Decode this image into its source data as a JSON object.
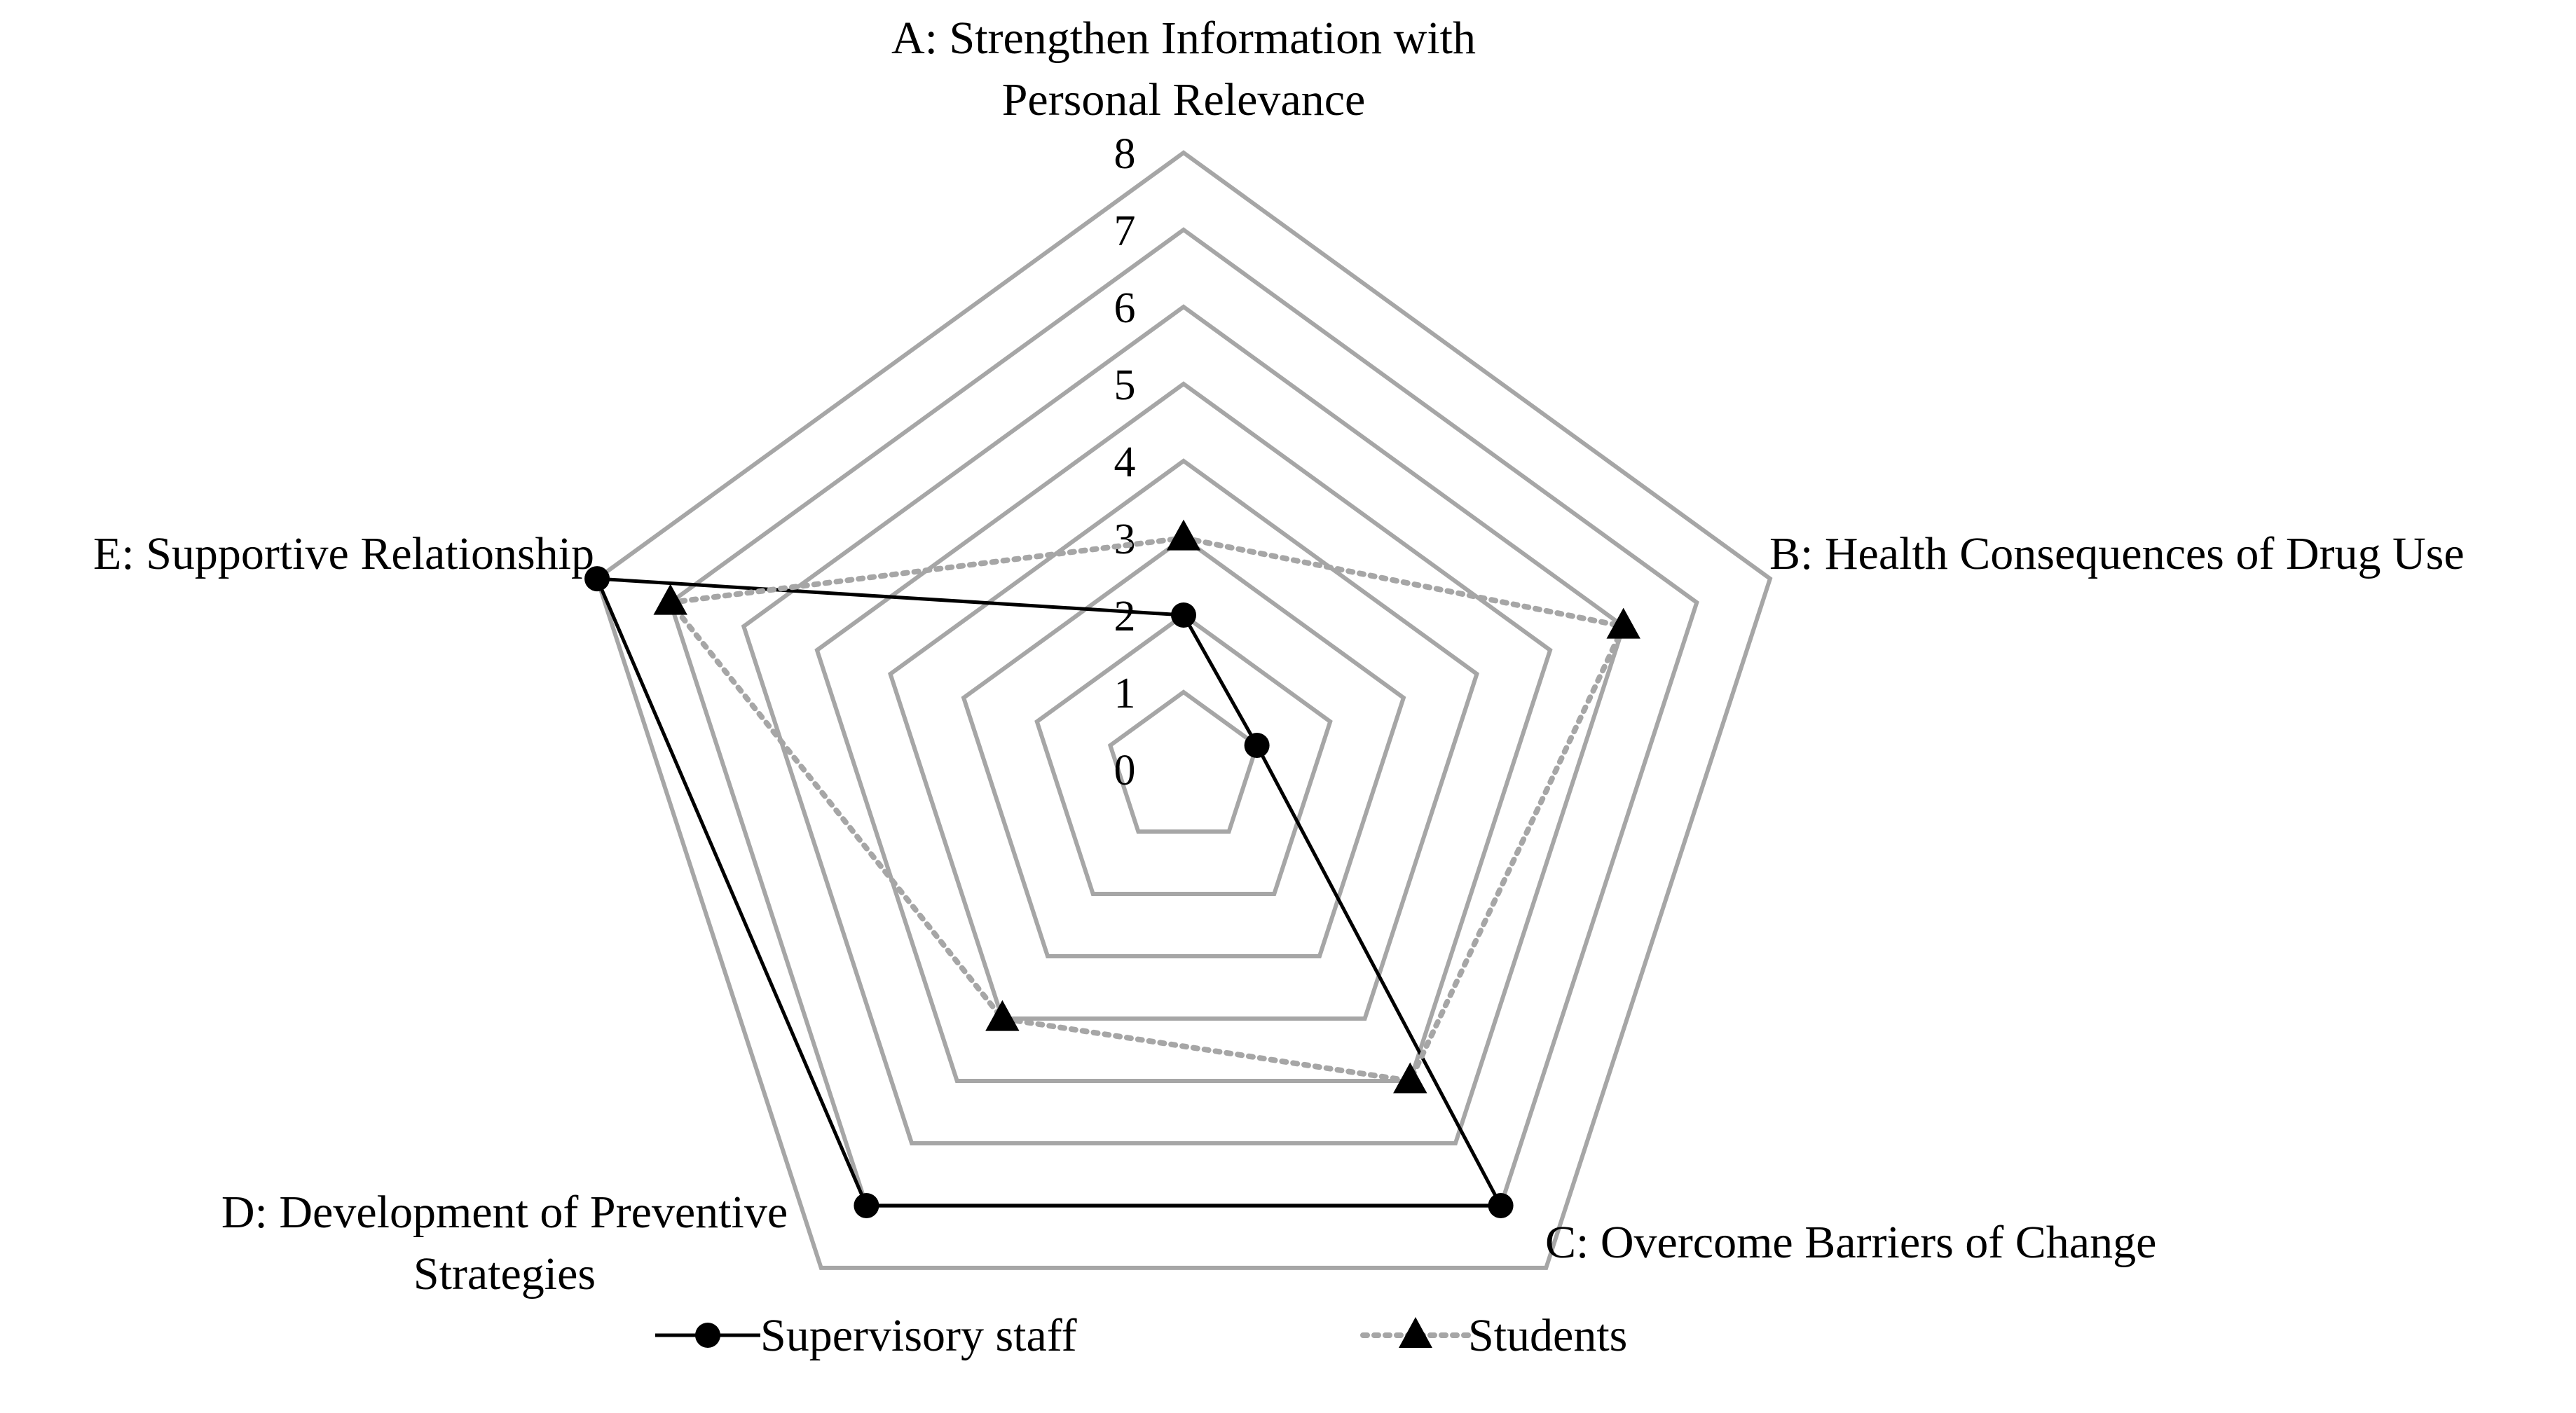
{
  "chart_data": {
    "type": "radar",
    "axes": [
      {
        "key": "A",
        "label_lines": [
          "A: Strengthen Information with",
          "Personal Relevance"
        ]
      },
      {
        "key": "B",
        "label_lines": [
          "B: Health Consequences of Drug Use"
        ]
      },
      {
        "key": "C",
        "label_lines": [
          "C: Overcome Barriers of Change"
        ]
      },
      {
        "key": "D",
        "label_lines": [
          "D: Development of Preventive",
          "Strategies"
        ]
      },
      {
        "key": "E",
        "label_lines": [
          "E: Supportive Relationship"
        ]
      }
    ],
    "rlim": [
      0,
      8
    ],
    "ticks": [
      "0",
      "1",
      "2",
      "3",
      "4",
      "5",
      "6",
      "7",
      "8"
    ],
    "grid": true,
    "series": [
      {
        "name": "Supervisory staff",
        "values": [
          2,
          1,
          7,
          7,
          8
        ],
        "color": "#000000",
        "line_style": "solid",
        "marker": "circle"
      },
      {
        "name": "Students",
        "values": [
          3,
          6,
          5,
          4,
          7
        ],
        "color": "#a6a6a6",
        "line_style": "dotted",
        "marker": "triangle"
      }
    ],
    "legend_position": "bottom"
  }
}
